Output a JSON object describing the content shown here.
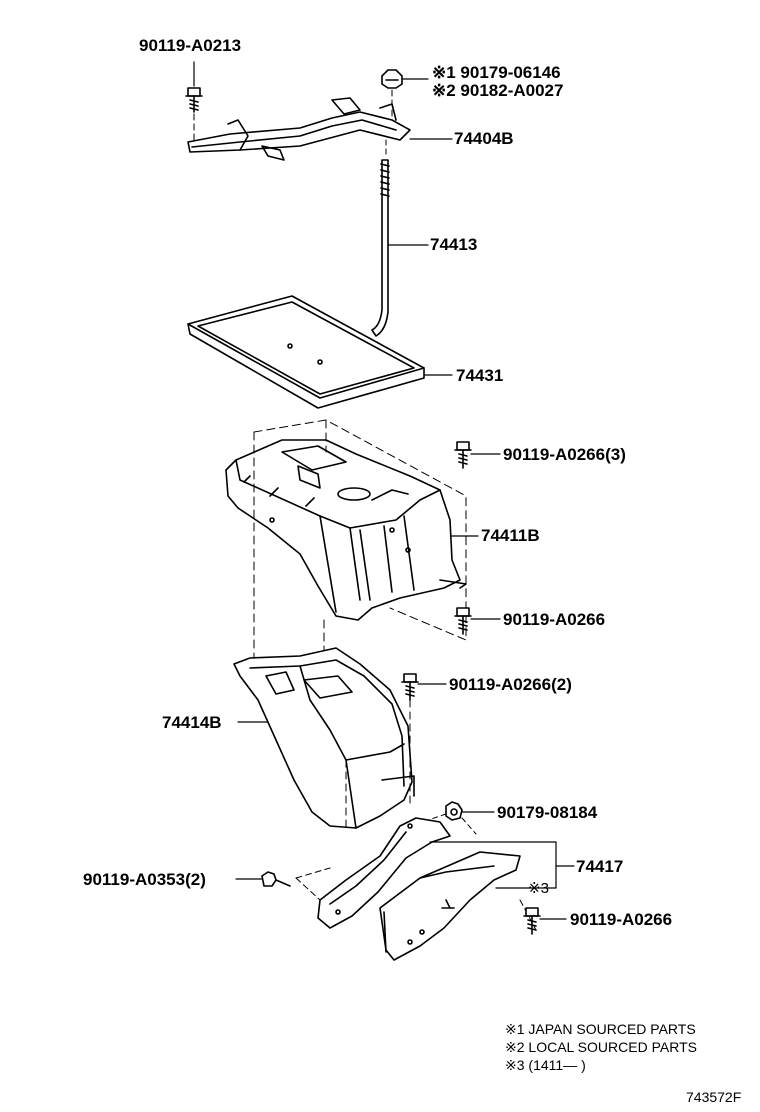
{
  "parts": {
    "bolt_top_left": "90119-A0213",
    "nut_top_1": "※1 90179-06146",
    "nut_top_2": "※2 90182-A0027",
    "clamp": "74404B",
    "rod": "74413",
    "tray": "74431",
    "bolt_carrier_3": "90119-A0266(3)",
    "carrier": "74411B",
    "bolt_carrier_lower": "90119-A0266",
    "bolt_2": "90119-A0266(2)",
    "insulator": "74414B",
    "nut_lower": "90179-08184",
    "bracket": "74417",
    "bolt_left_2": "90119-A0353(2)",
    "mark_3": "※3",
    "bolt_bracket": "90119-A0266"
  },
  "notes": {
    "note_1": "※1 JAPAN SOURCED PARTS",
    "note_2": "※2 LOCAL SOURCED PARTS",
    "note_3": "※3 (1411—      )"
  },
  "figure_id": "743572F"
}
